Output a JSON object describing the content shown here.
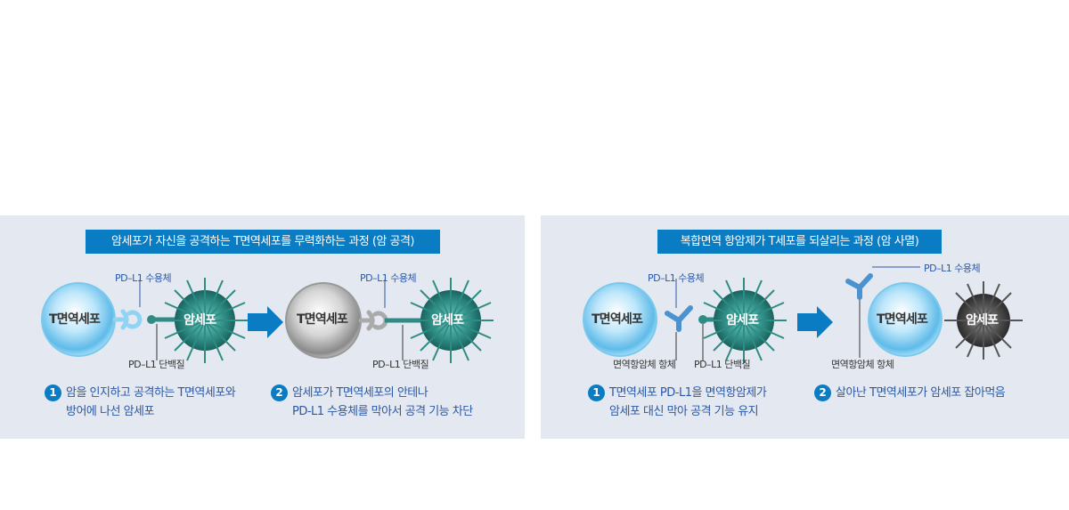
{
  "left": {
    "title": "암세포가 자신을 공격하는 T면역세포를 무력화하는 과정 (암 공격)",
    "cell_t": "T면역세포",
    "cell_cancer": "암세포",
    "receptor_label": "PD–L1 수용체",
    "protein_label": "PD–L1 단백질",
    "steps": [
      {
        "num": "1",
        "line1": "암을 인지하고 공격하는 T면역세포와",
        "line2": "방어에 나선 암세포"
      },
      {
        "num": "2",
        "line1": "암세포가 T면역세포의 안테나",
        "line2": "PD-L1 수용체를 막아서 공격 기능 차단"
      }
    ]
  },
  "right": {
    "title": "복합면역 항암제가 T세포를 되살리는 과정 (암 사멸)",
    "cell_t": "T면역세포",
    "cell_cancer": "암세포",
    "receptor_label": "PD–L1 수용체",
    "protein_label": "PD–L1 단백질",
    "antibody_label": "면역항암체 항체",
    "steps": [
      {
        "num": "1",
        "line1": "T면역세포 PD-L1을 면역항암제가",
        "line2": "암세포 대신 막아 공격 기능 유지"
      },
      {
        "num": "2",
        "line1": "살아난 T면역세포가 암세포 잡아먹음",
        "line2": ""
      }
    ]
  },
  "colors": {
    "title_bg": "#0a7cc4",
    "panel_bg": "#e4e8f0",
    "arrow": "#0a7cc4",
    "label_blue": "#2a58a8",
    "t_cell": "#8fd3f5",
    "cancer_cell": "#2e8c84"
  }
}
